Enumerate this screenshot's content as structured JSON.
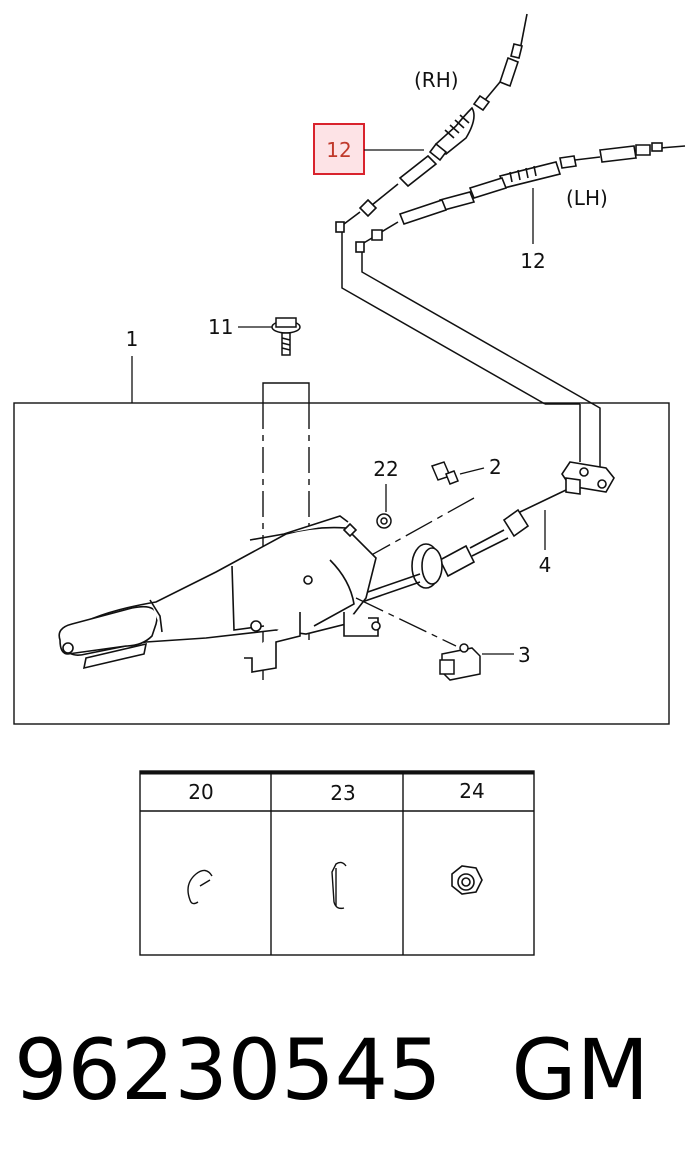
{
  "callouts": {
    "rh": "(RH)",
    "lh": "(LH)",
    "highlighted": "12",
    "lh_cable": "12",
    "assembly": "1",
    "bolt": "11",
    "clip": "22",
    "screw": "2",
    "cable": "4",
    "switch": "3"
  },
  "parts_table": {
    "headers": [
      "20",
      "23",
      "24"
    ]
  },
  "footer": {
    "part_number": "96230545",
    "brand": "GM"
  },
  "colors": {
    "highlight_border": "#d9232d",
    "highlight_fill": "#fde3e6",
    "line": "#111111"
  }
}
